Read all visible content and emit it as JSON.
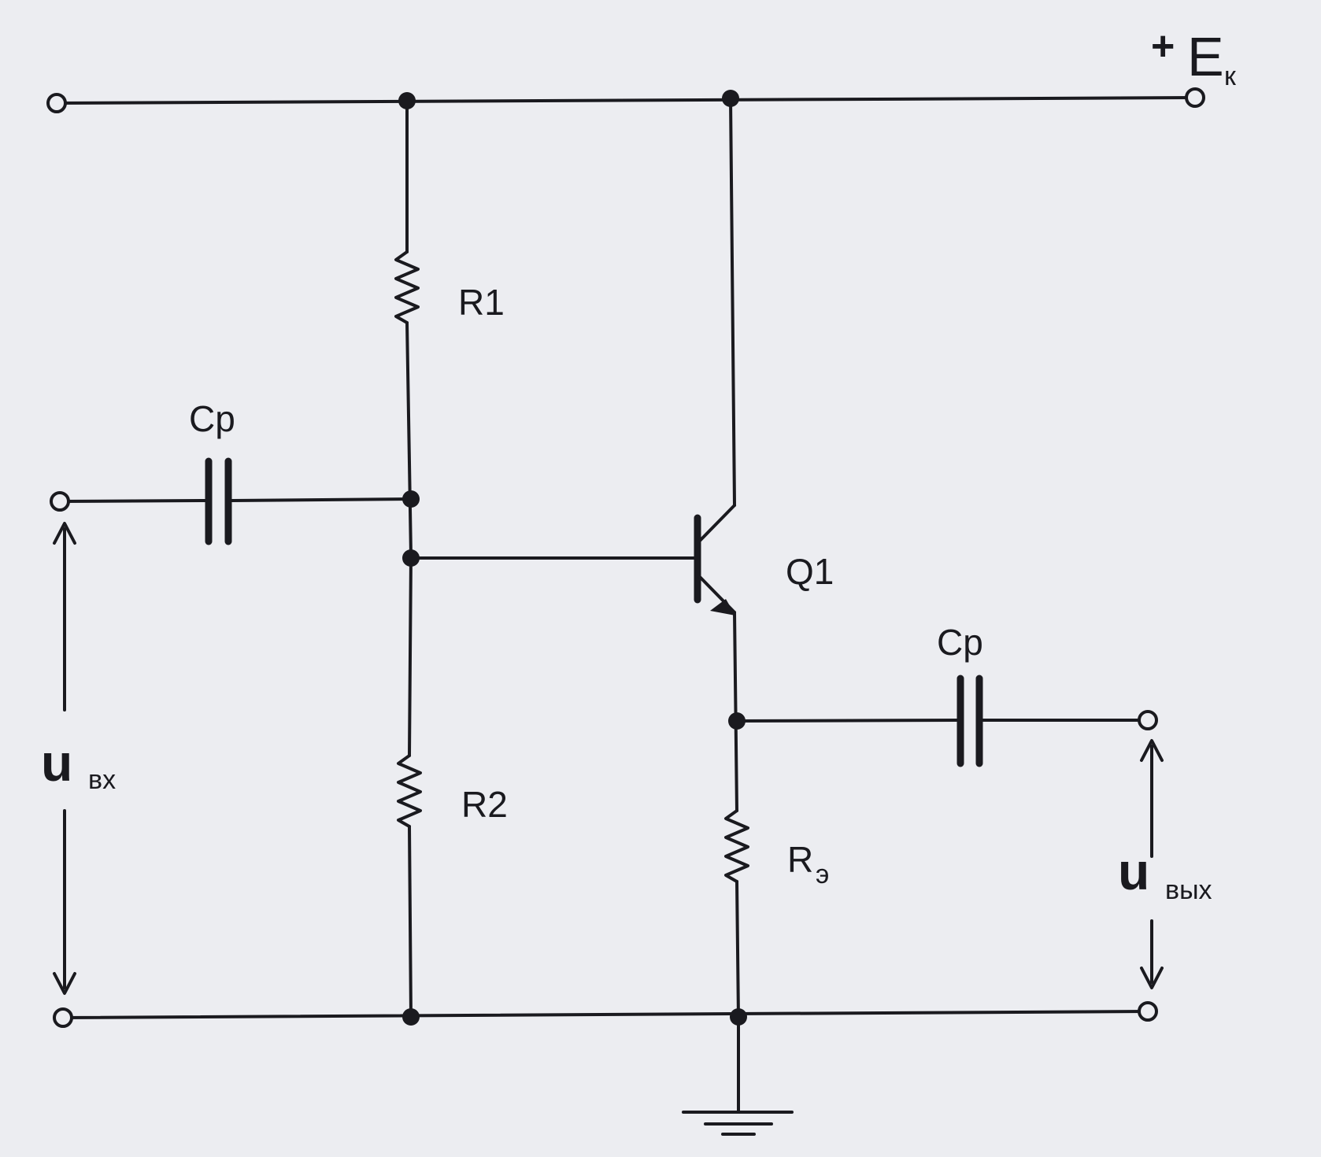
{
  "labels": {
    "supply_plus": "+",
    "supply_main": "E",
    "supply_sub": "к",
    "r1": "R1",
    "r2": "R2",
    "re_main": "R",
    "re_sub": "э",
    "c_in": "Cp",
    "c_out": "Cp",
    "q1": "Q1",
    "u_in_main": "u",
    "u_in_sub": "вх",
    "u_out_main": "u",
    "u_out_sub": "вых"
  },
  "colors": {
    "ink": "#1a1a1f",
    "paper": "#ecedf1"
  }
}
